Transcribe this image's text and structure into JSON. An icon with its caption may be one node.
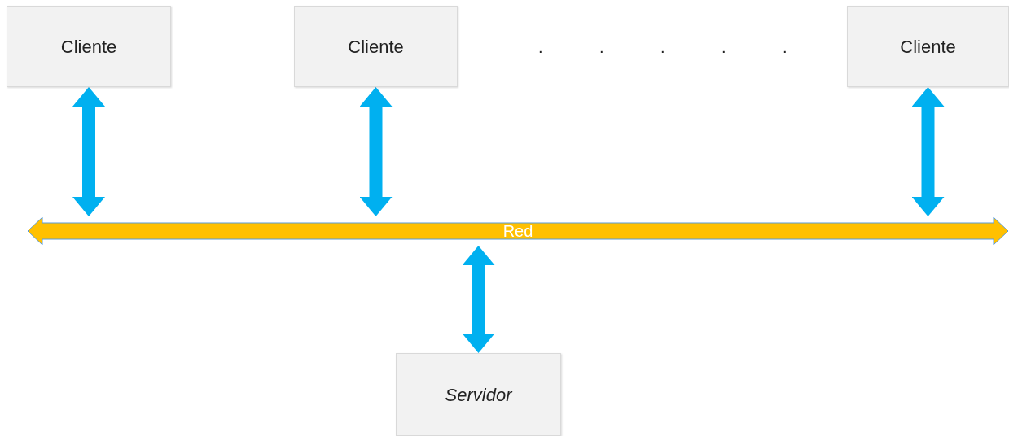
{
  "diagram": {
    "nodes": [
      {
        "text": [
          "Cliente"
        ]
      },
      {
        "text": [
          "Cliente"
        ]
      },
      {
        "text": [
          "Cliente"
        ]
      },
      {
        "text": [
          "Red"
        ]
      },
      {
        "text": [
          "Servidor"
        ]
      }
    ],
    "edges": [
      {
        "from": 0,
        "to": 3,
        "arrow": "both"
      },
      {
        "from": 1,
        "to": 3,
        "arrow": "both"
      },
      {
        "from": 2,
        "to": 3,
        "arrow": "both"
      },
      {
        "from": 3,
        "to": 4,
        "arrow": "both"
      }
    ],
    "labels": [
      ".",
      ".",
      ".",
      ".",
      "."
    ]
  }
}
